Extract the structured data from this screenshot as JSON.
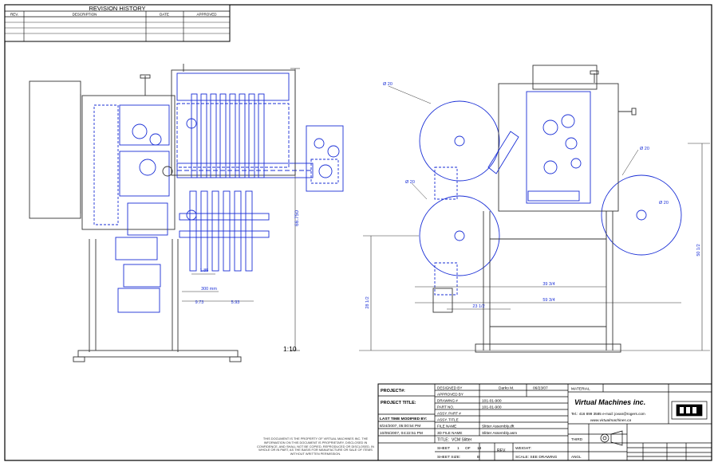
{
  "revision": {
    "title": "REVISION HISTORY",
    "col_rev": "REV.",
    "col_desc": "DESCRIPTION",
    "col_date": "DATE",
    "col_approved": "APPROVED"
  },
  "views": {
    "scale": "1:10",
    "front_dims": {
      "height": "66.750",
      "d1": "300 mm",
      "d2": "9.73",
      "d3": "5.93",
      "d4": "1.85"
    },
    "side_dims": {
      "dia_top": "Ø 20",
      "dia_right_top": "Ø 20",
      "dia_left_mid": "Ø 20",
      "dia_right_mid": "Ø 20",
      "w1": "39 3/4",
      "w2": "59 3/4",
      "w3": "23 1/2",
      "h1": "28 1/2",
      "h2": "50 1/2"
    }
  },
  "title_block": {
    "project_label": "PROJECT#:",
    "project_title_label": "PROJECT TITLE:",
    "designed_by_label": "DESIGNED BY",
    "designed_by": "Darko M.",
    "designed_date": "06/23/07",
    "approved_by_label": "APPROVED BY",
    "drawing_no_label": "DRAWING #",
    "drawing_no": "101-01-900",
    "part_no_label": "PART NO.",
    "part_no": "101-01-900",
    "assy_part_label": "ASSY. PART #",
    "assy_title_label": "ASSY. TITLE",
    "last_modified_label": "LAST TIME MODIFIED BY:",
    "modified_1": "8/24/2007, 05:00:54 PM",
    "modified_2": "10/05/2007, 04:22:51 PM",
    "file_name_label": "FILE NAME",
    "file_name": "Slitter Assembly.dft",
    "model_file_label": "3D FILE NAME",
    "model_file": "Slitter Assembly.asm",
    "title_label": "TITLE:",
    "title": "VCM Slitter",
    "sheet_label": "SHEET",
    "sheet_no": "1",
    "sheet_of": "OF",
    "sheet_total": "18",
    "rev_label": "REV.",
    "sheet_size_label": "SHEET SIZE:",
    "sheet_size": "B",
    "weight_label": "WEIGHT:",
    "scale_label": "SCALE: SEE DRAWING",
    "angle_label": "ANGL",
    "material_label": "MATERIAL",
    "third_angle": "THIRD",
    "company": "Virtual Machines inc.",
    "company_line": "Tel.: 416 899 3585 e-mail: jovan@rogers.com",
    "company_web": "www.virtualmachines.ca",
    "proprietary": "THIS DOCUMENT IS THE PROPERTY OF VIRTUAL MACHINES INC. THE INFORMATION ON THIS DOCUMENT IS PROPRIETARY, DISCLOSED IN CONFIDENCE, AND SHALL NOT BE COPIED, REPRODUCED OR DISCLOSED, IN WHOLE OR IN PART, AS THE BASIS FOR MANUFACTURE OR SALE OF ITEMS WITHOUT WRITTEN PERMISSION."
  }
}
